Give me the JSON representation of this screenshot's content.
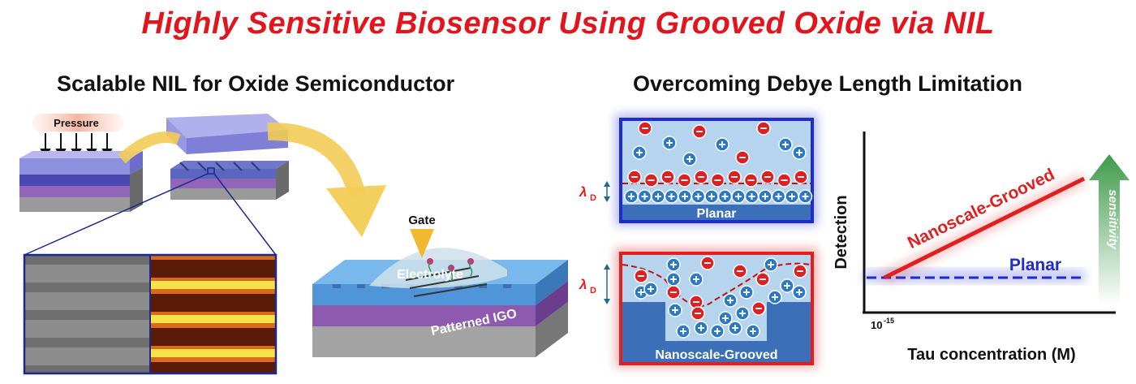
{
  "title": "Highly Sensitive Biosensor Using Grooved Oxide via NIL",
  "left_panel": {
    "heading": "Scalable NIL for Oxide Semiconductor",
    "pressure_label": "Pressure",
    "gate_label": "Gate",
    "electrolyte_label": "Electrolyte",
    "substrate_label": "Patterned IGO"
  },
  "right_panel": {
    "heading": "Overcoming Debye Length Limitation",
    "planar_label": "Planar",
    "grooved_label": "Nanoscale-Grooved",
    "debye_symbol": "λ",
    "debye_subscript": "D"
  },
  "colors": {
    "title_red": "#e3141b",
    "planar_blue": "#2b3bd6",
    "grooved_red": "#e02020",
    "arrow_green": "#3f9a4a",
    "arrow_yellow": "#f2cc55"
  },
  "chart_data": {
    "type": "line",
    "xlabel": "Tau concentration (M)",
    "ylabel": "Detection",
    "x_tick": "10",
    "x_tick_exp": "-15",
    "series": [
      {
        "name": "Nanoscale-Grooved"
      },
      {
        "name": "Planar"
      }
    ],
    "arrow_label": "sensitivity"
  }
}
